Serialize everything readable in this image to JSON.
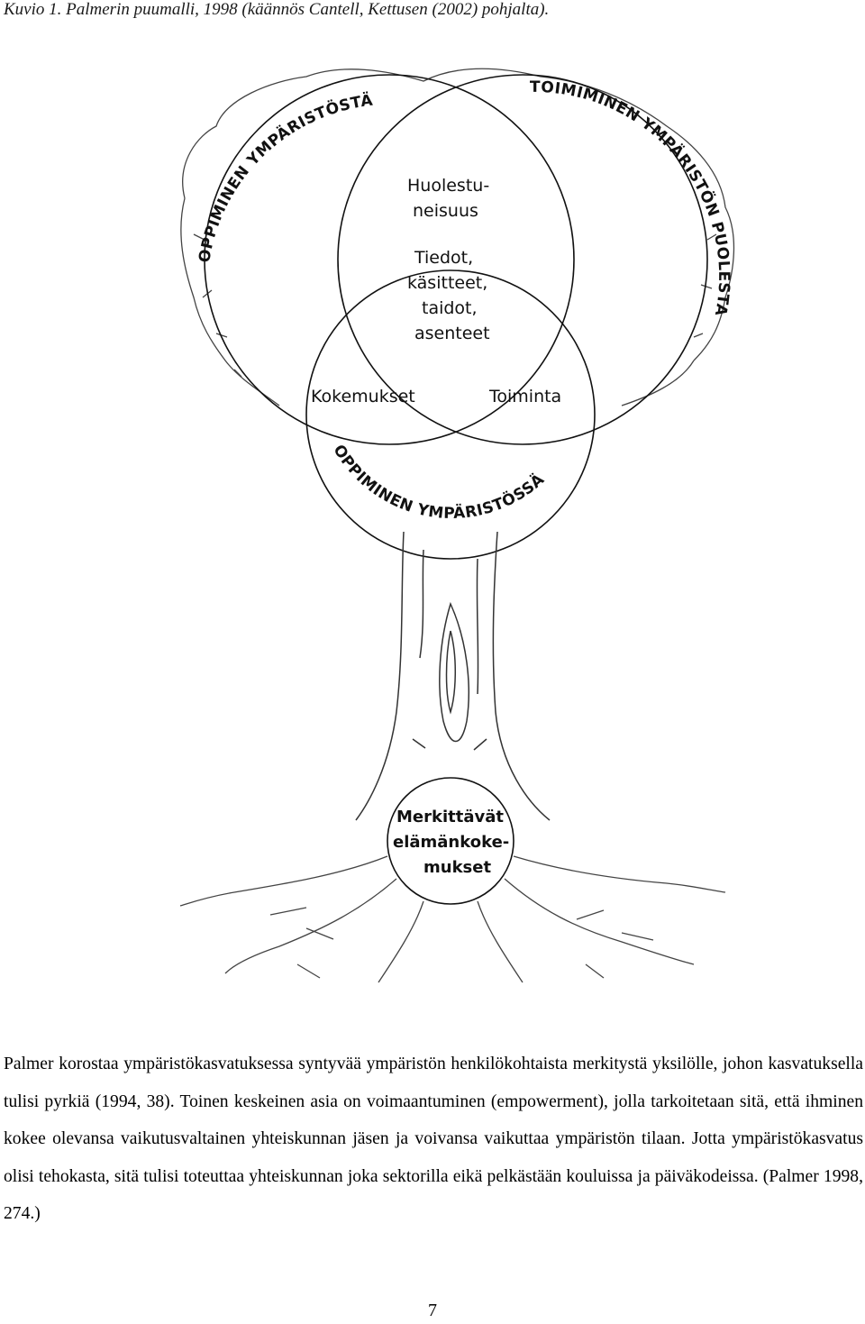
{
  "caption": "Kuvio 1. Palmerin puumalli, 1998 (käännös Cantell, Kettusen (2002) pohjalta).",
  "figure": {
    "arc_labels": {
      "left_circle": "OPPIMINEN YMPÄRISTÖSTÄ",
      "right_circle": "TOIMIMINEN YMPÄRISTÖN PUOLESTA",
      "bottom_circle": "OPPIMINEN YMPÄRISTÖSSÄ"
    },
    "center_labels": {
      "top_line1": "Huolestu-",
      "top_line2": "neisuus",
      "mid_line1": "Tiedot,",
      "mid_line2": "käsitteet,",
      "mid_line3": "taidot,",
      "mid_line4": "asenteet",
      "left_lower": "Kokemukset",
      "right_lower": "Toiminta"
    },
    "root_circle": {
      "line1": "Merkittävät",
      "line2": "elämänkoke-",
      "line3": "mukset"
    }
  },
  "paragraph": "Palmer korostaa ympäristökasvatuksessa syntyvää ympäristön henkilökohtaista merkitystä yksilölle, johon kasvatuksella tulisi pyrkiä (1994, 38). Toinen keskeinen asia on voimaantuminen (empowerment), jolla tarkoitetaan sitä, että ihminen kokee olevansa vaikutusvaltainen yhteiskunnan jäsen ja voivansa vaikuttaa ympäristön tilaan. Jotta ympäristökasvatus olisi tehokasta, sitä tulisi toteuttaa yhteiskunnan joka sektorilla eikä pelkästään kouluissa ja päiväkodeissa. (Palmer 1998, 274.)",
  "page_number": "7"
}
